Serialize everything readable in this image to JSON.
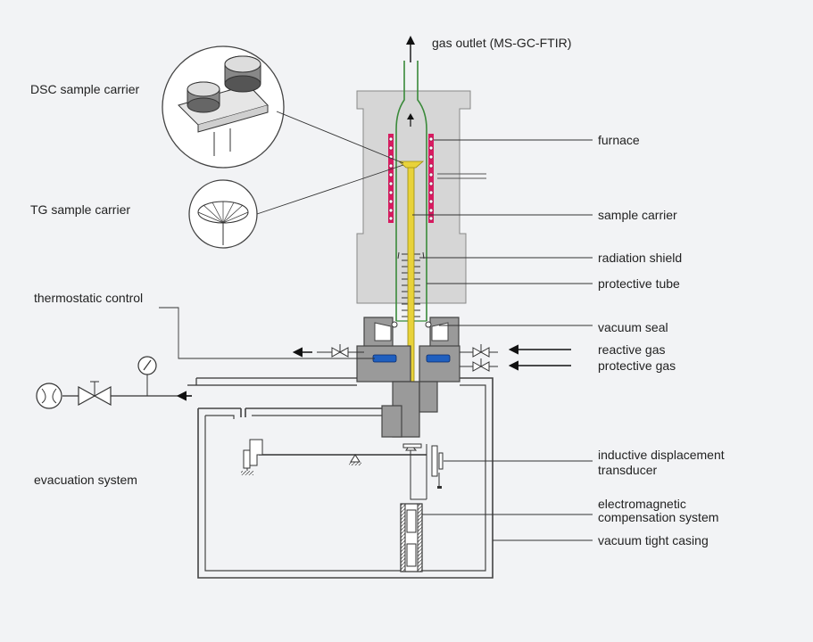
{
  "labels": {
    "gas_outlet": "gas outlet (MS-GC-FTIR)",
    "dsc_carrier": "DSC sample carrier",
    "tg_carrier": "TG sample carrier",
    "furnace": "furnace",
    "sample_carrier": "sample carrier",
    "radiation_shield": "radiation shield",
    "protective_tube": "protective tube",
    "thermostatic_control": "thermostatic control",
    "vacuum_seal": "vacuum seal",
    "reactive_gas": "reactive gas",
    "protective_gas": "protective gas",
    "inductive_line1": "inductive displacement",
    "inductive_line2": "transducer",
    "evacuation_system": "evacuation system",
    "electromagnetic_line1": "electromagnetic",
    "electromagnetic_line2": "compensation system",
    "vacuum_casing": "vacuum tight casing"
  },
  "colors": {
    "background": "#f2f3f5",
    "furnace_body": "#d6d6d6",
    "heater_coil": "#d81b60",
    "sample_rod": "#e8d23a",
    "protective_tube": "#3a8a3a",
    "seal_insert": "#1f5fbf",
    "housing": "#9a9a9a"
  }
}
